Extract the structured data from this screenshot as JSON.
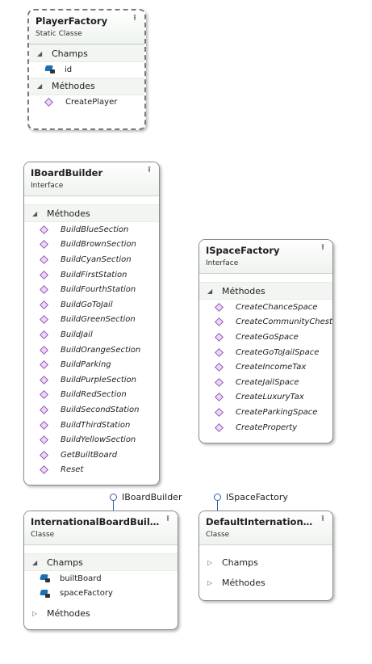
{
  "player_factory": {
    "name": "PlayerFactory",
    "kind": "Static Classe",
    "fields_label": "Champs",
    "fields": [
      "id"
    ],
    "methods_label": "Méthodes",
    "methods": [
      "CreatePlayer"
    ]
  },
  "iboard_builder": {
    "name": "IBoardBuilder",
    "kind": "Interface",
    "methods_label": "Méthodes",
    "methods": [
      "BuildBlueSection",
      "BuildBrownSection",
      "BuildCyanSection",
      "BuildFirstStation",
      "BuildFourthStation",
      "BuildGoToJail",
      "BuildGreenSection",
      "BuildJail",
      "BuildOrangeSection",
      "BuildParking",
      "BuildPurpleSection",
      "BuildRedSection",
      "BuildSecondStation",
      "BuildThirdStation",
      "BuildYellowSection",
      "GetBuiltBoard",
      "Reset"
    ]
  },
  "ispace_factory": {
    "name": "ISpaceFactory",
    "kind": "Interface",
    "methods_label": "Méthodes",
    "methods": [
      "CreateChanceSpace",
      "CreateCommunityChest",
      "CreateGoSpace",
      "CreateGoToJailSpace",
      "CreateIncomeTax",
      "CreateJailSpace",
      "CreateLuxuryTax",
      "CreateParkingSpace",
      "CreateProperty"
    ]
  },
  "international_board_builder": {
    "name": "InternationalBoardBuilder",
    "kind": "Classe",
    "interface": "IBoardBuilder",
    "fields_label": "Champs",
    "fields": [
      "builtBoard",
      "spaceFactory"
    ],
    "methods_label": "Méthodes"
  },
  "default_international": {
    "name": "DefaultInternational...",
    "kind": "Classe",
    "interface": "ISpaceFactory",
    "fields_label": "Champs",
    "methods_label": "Méthodes"
  },
  "icons": {
    "collapse": "chevron-double-up-icon",
    "method": "purple-cube-icon",
    "field": "blue-field-lock-icon",
    "interface": "lollipop-interface-icon"
  },
  "colors": {
    "header_gradient_end": "#eef3ee",
    "method_icon": "#8a3fb2",
    "field_icon": "#1c6fb0",
    "interface_lollipop": "#2b5fa8"
  }
}
